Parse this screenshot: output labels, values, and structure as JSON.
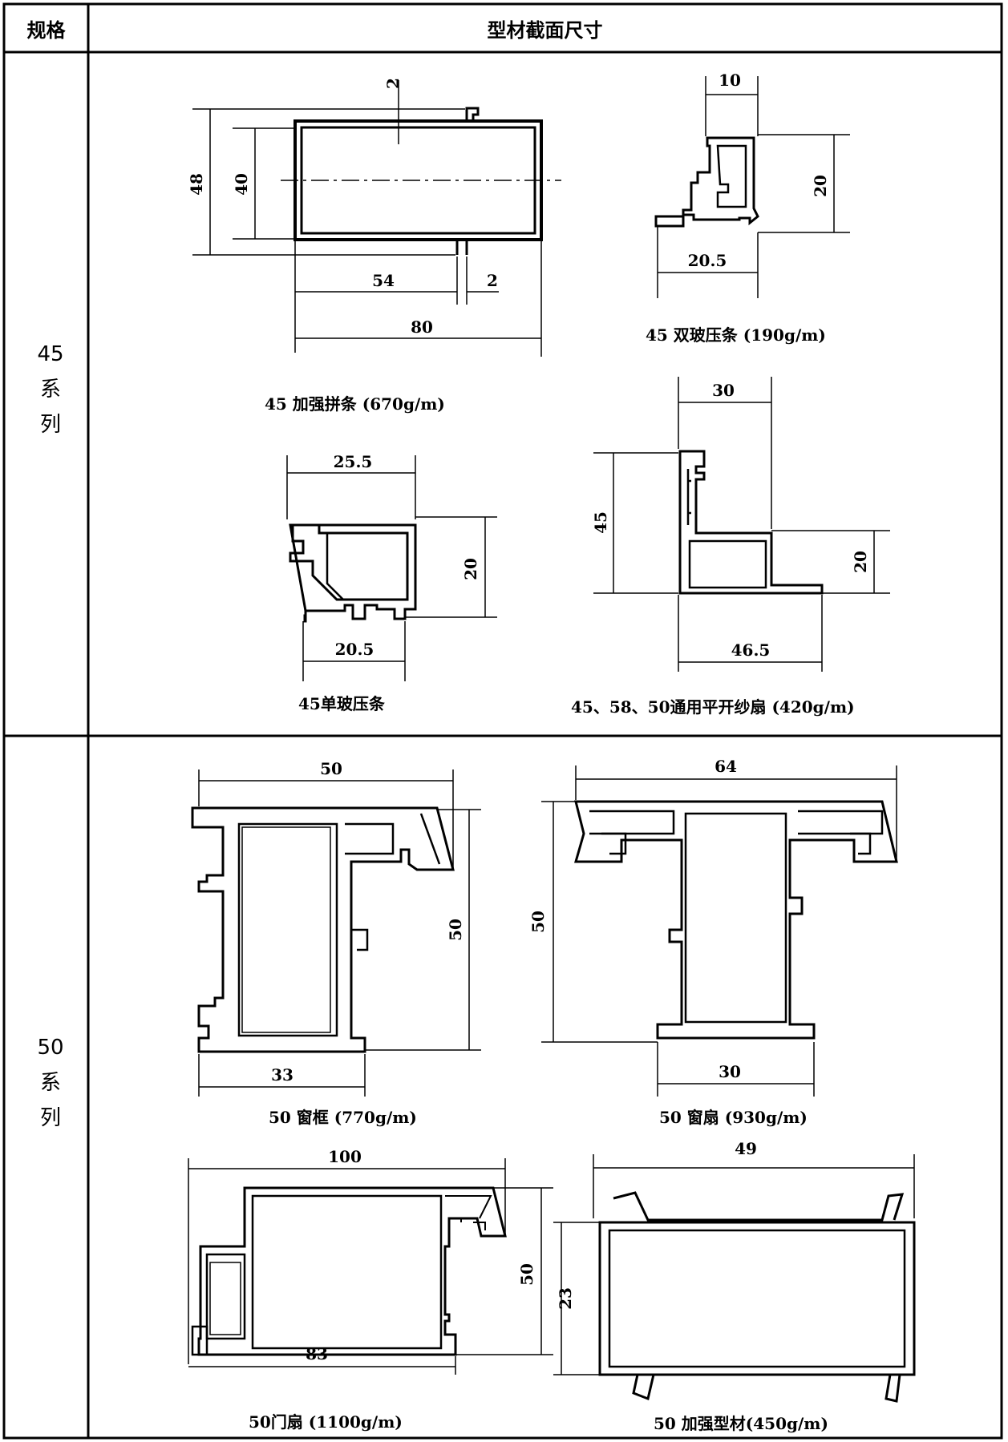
{
  "header": {
    "spec": "规格",
    "dims": "型材截面尺寸"
  },
  "rows": [
    {
      "series": [
        "45",
        "系",
        "列"
      ]
    },
    {
      "series": [
        "50",
        "系",
        "列"
      ]
    }
  ],
  "profiles": {
    "p45_reinforce": {
      "caption": "45 加强拼条 (670g/m)",
      "dims": [
        "2",
        "48",
        "40",
        "54",
        "2",
        "80"
      ]
    },
    "p45_double": {
      "caption": "45 双玻压条 (190g/m)",
      "dims": [
        "10",
        "20",
        "20.5"
      ]
    },
    "p45_single": {
      "caption": "45单玻压条",
      "dims": [
        "25.5",
        "20",
        "20.5"
      ]
    },
    "p45_screen": {
      "caption": "45、58、50通用平开纱扇 (420g/m)",
      "dims": [
        "30",
        "45",
        "20",
        "46.5"
      ]
    },
    "p50_frame": {
      "caption": "50 窗框 (770g/m)",
      "dims": [
        "50",
        "50",
        "33"
      ]
    },
    "p50_sash": {
      "caption": "50 窗扇 (930g/m)",
      "dims": [
        "64",
        "50",
        "30"
      ]
    },
    "p50_door": {
      "caption": "50门扇 (1100g/m)",
      "dims": [
        "100",
        "50",
        "83"
      ]
    },
    "p50_reinforce": {
      "caption": "50 加强型材(450g/m)",
      "dims": [
        "49",
        "23"
      ]
    }
  },
  "colors": {
    "line": "#000000",
    "background": "#ffffff"
  }
}
